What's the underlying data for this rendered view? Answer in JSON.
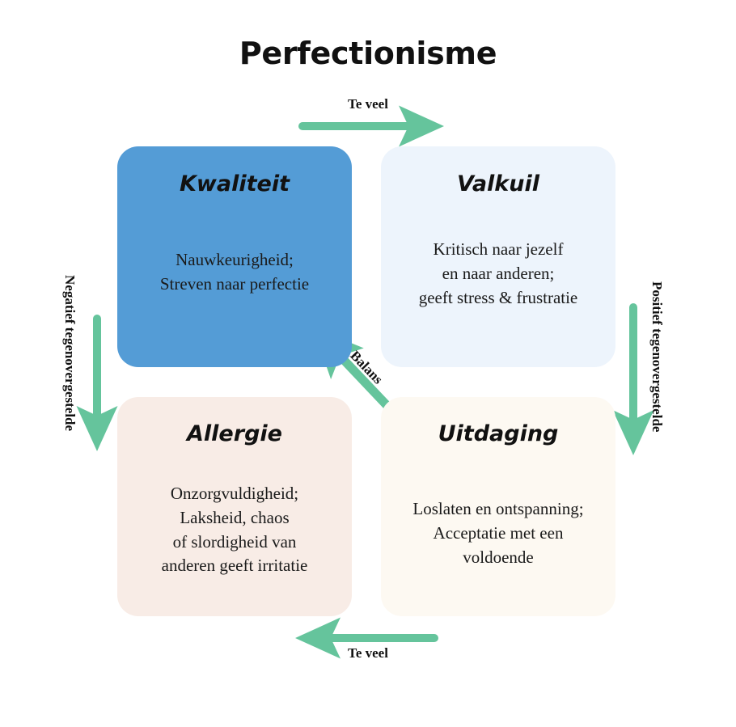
{
  "diagram": {
    "title": "Perfectionisme",
    "type": "kernkwadrant",
    "accent_green": "#65c49c",
    "quadrants": [
      {
        "key": "kwaliteit",
        "title": "Kwaliteit",
        "body": "Nauwkeurigheid;\nStreven naar perfectie",
        "color": "#549cd6",
        "position": "top-left"
      },
      {
        "key": "valkuil",
        "title": "Valkuil",
        "body": "Kritisch naar jezelf\nen naar anderen;\ngeeft stress & frustratie",
        "color": "#edf4fc",
        "position": "top-right"
      },
      {
        "key": "allergie",
        "title": "Allergie",
        "body": "Onzorgvuldigheid;\nLaksheid, chaos\nof slordigheid van\nanderen geeft irritatie",
        "color": "#f8ece6",
        "position": "bottom-left"
      },
      {
        "key": "uitdaging",
        "title": "Uitdaging",
        "body": "Loslaten en ontspanning;\nAcceptatie met een\nvoldoende",
        "color": "#fdf9f2",
        "position": "bottom-right"
      }
    ],
    "arrows": [
      {
        "key": "top",
        "label": "Te veel",
        "direction": "right",
        "color": "#65c49c"
      },
      {
        "key": "bottom",
        "label": "Te veel",
        "direction": "left",
        "color": "#65c49c"
      },
      {
        "key": "left",
        "label": "Negatief tegenovergestelde",
        "direction": "down",
        "color": "#65c49c"
      },
      {
        "key": "right",
        "label": "Positief tegenovergestelde",
        "direction": "down",
        "color": "#65c49c"
      },
      {
        "key": "diagonal",
        "label": "Balans",
        "direction": "up-left",
        "color": "#65c49c"
      }
    ]
  }
}
